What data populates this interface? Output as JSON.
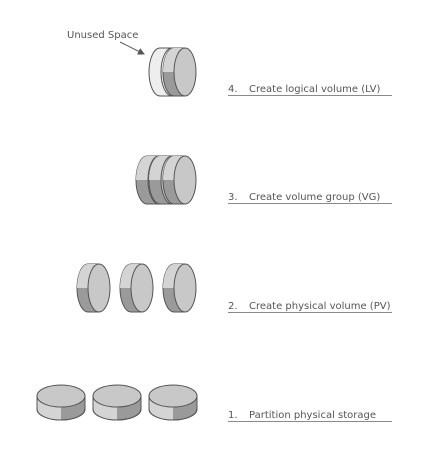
{
  "callout": {
    "text": "Unused Space"
  },
  "steps": [
    {
      "number": "4.",
      "label": "Create logical volume (LV)"
    },
    {
      "number": "3.",
      "label": "Create volume group (VG)"
    },
    {
      "number": "2.",
      "label": "Create physical volume (PV)"
    },
    {
      "number": "1.",
      "label": "Partition physical storage"
    }
  ],
  "colors": {
    "disk_face": "#c8c8c8",
    "disk_side_light": "#d4d4d4",
    "disk_side_dark": "#9a9a9a",
    "unused_space": "#eeeeee",
    "outline": "#555555",
    "text": "#555555",
    "rule": "#8a8a8a"
  }
}
